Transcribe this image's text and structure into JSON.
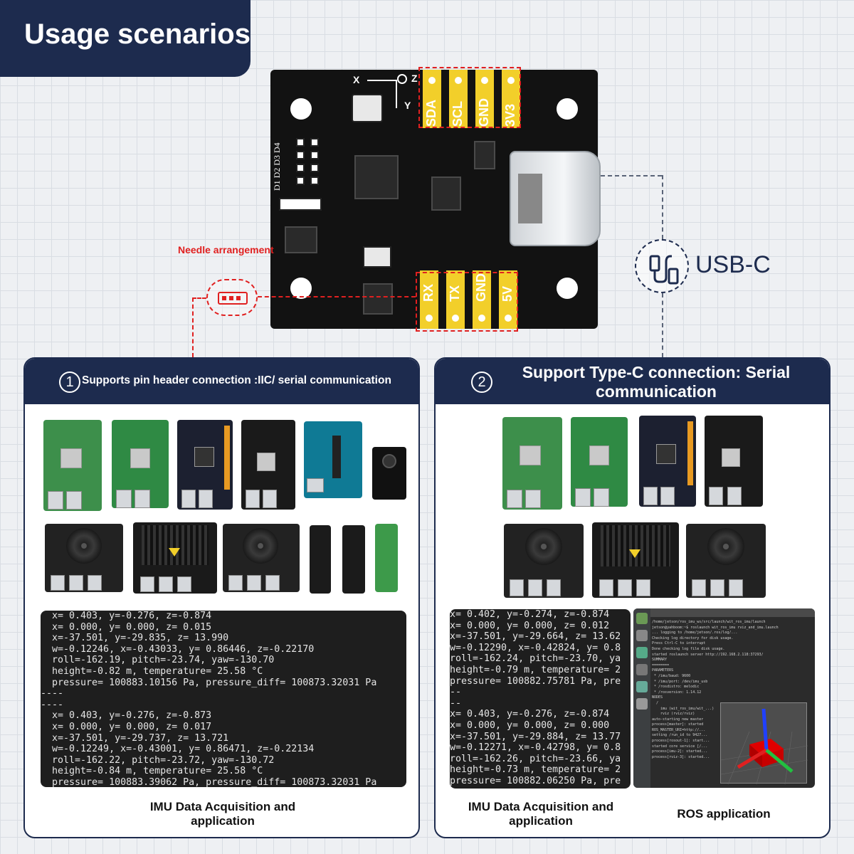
{
  "header": {
    "title": "Usage scenarios"
  },
  "pcb": {
    "axis": {
      "x": "X",
      "y": "Y",
      "z": "Z"
    },
    "silkscreen": "D1 D2 D3 D4",
    "top_pins": [
      "SDA",
      "SCL",
      "GND",
      "3V3"
    ],
    "bottom_pins": [
      "RX",
      "TX",
      "GND",
      "5V"
    ]
  },
  "annotations": {
    "needle": "Needle arrangement",
    "usb": "USB-C"
  },
  "panel_left": {
    "number": "1",
    "title": "Supports pin header connection :IIC/ serial communication",
    "terminal_lines": [
      "  x= 0.403, y=-0.276, z=-0.874",
      "  x= 0.000, y= 0.000, z= 0.015",
      "  x=-37.501, y=-29.835, z= 13.990",
      "  w=-0.12246, x=-0.43033, y= 0.86446, z=-0.22170",
      "  roll=-162.19, pitch=-23.74, yaw=-130.70",
      "  height=-0.82 m, temperature= 25.58 °C",
      "  pressure= 100883.10156 Pa, pressure_diff= 100873.32031 Pa",
      "----",
      "----",
      "  x= 0.403, y=-0.276, z=-0.873",
      "  x= 0.000, y= 0.000, z= 0.017",
      "  x=-37.501, y=-29.737, z= 13.721",
      "  w=-0.12249, x=-0.43001, y= 0.86471, z=-0.22134",
      "  roll=-162.22, pitch=-23.72, yaw=-130.72",
      "  height=-0.84 m, temperature= 25.58 °C",
      "  pressure= 100883.39062 Pa, pressure_diff= 100873.32031 Pa"
    ],
    "caption": "IMU Data Acquisition and application"
  },
  "panel_right": {
    "number": "2",
    "title": "Support Type-C connection: Serial communication",
    "terminal_lines": [
      "x= 0.402, y=-0.274, z=-0.874",
      "x= 0.000, y= 0.000, z= 0.012",
      "x=-37.501, y=-29.664, z= 13.62",
      "w=-0.12290, x=-0.42824, y= 0.8",
      "roll=-162.24, pitch=-23.70, ya",
      "height=-0.79 m, temperature= 2",
      "pressure= 100882.75781 Pa, pre",
      "--",
      "--",
      "x= 0.403, y=-0.276, z=-0.874",
      "x= 0.000, y= 0.000, z= 0.000",
      "x=-37.501, y=-29.884, z= 13.77",
      "w=-0.12271, x=-0.42798, y= 0.8",
      "roll=-162.26, pitch=-23.66, ya",
      "height=-0.73 m, temperature= 2",
      "pressure= 100882.06250 Pa, pre"
    ],
    "caption_left": "IMU Data Acquisition and application",
    "caption_right": "ROS application"
  },
  "ros": {
    "lines": [
      "/home/jetson/ros_imu_ws/src/launch/wit_ros_imu/launch",
      "jetson@yahboom:~$ roslaunch wit_ros_imu rviz_and_imu.launch",
      "... logging to /home/jetson/.ros/log/...",
      "Checking log directory for disk usage.",
      "Press Ctrl-C to interrupt",
      "Done checking log file disk usage.",
      "",
      "started roslaunch server http://192.168.2.118:37293/",
      "",
      "SUMMARY",
      "========",
      "",
      "PARAMETERS",
      " * /imu/baud: 9600",
      " * /imu/port: /dev/imu_usb",
      " * /rosdistro: melodic",
      " * /rosversion: 1.14.12",
      "",
      "NODES",
      "  /",
      "    imu (wit_ros_imu/wit_...)",
      "    rviz (rviz/rviz)",
      "",
      "auto-starting new master",
      "process[master]: started",
      "ROS_MASTER_URI=http://...",
      "",
      "setting /run_id to 9427...",
      "process[rosout-1]: start...",
      "started core service [/...",
      "process[imu-2]: started...",
      "process[rviz-3]: started..."
    ]
  },
  "colors": {
    "navy": "#1d2b4e",
    "pin_yellow": "#f2cf2a",
    "accent_red": "#e02020"
  }
}
